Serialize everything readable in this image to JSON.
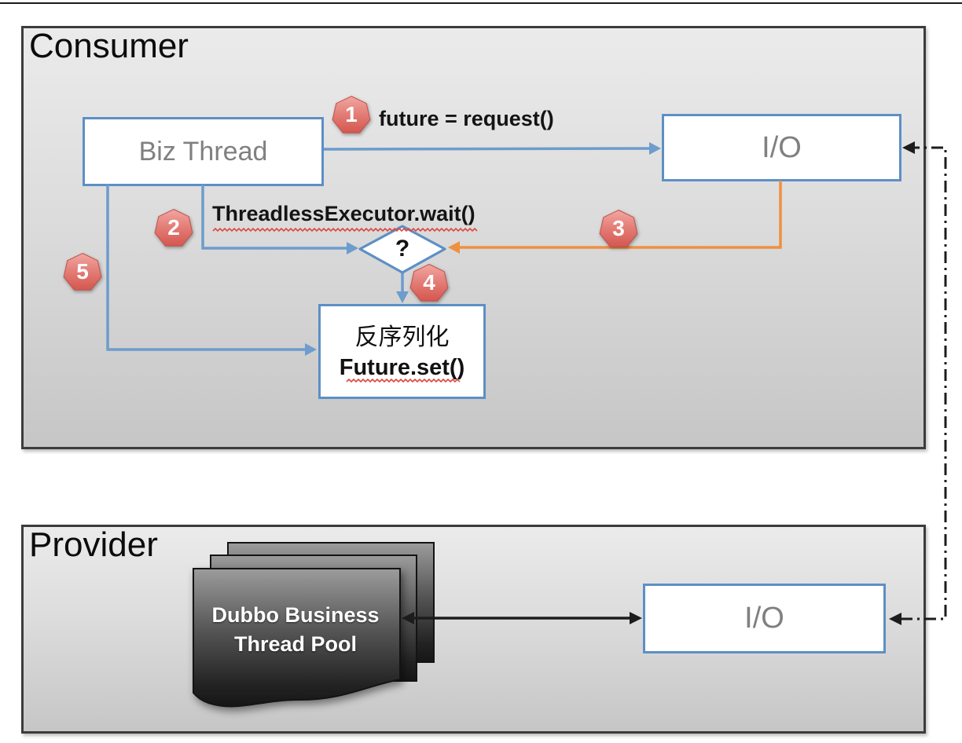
{
  "consumer": {
    "title": "Consumer",
    "biz_thread_label": "Biz Thread",
    "io_label": "I/O",
    "request_label": "future = request()",
    "wait_label": "ThreadlessExecutor.wait()",
    "question_mark": "?",
    "deserialize_line1": "反序列化",
    "deserialize_line2": "Future.set()"
  },
  "provider": {
    "title": "Provider",
    "pool_line1": "Dubbo Business",
    "pool_line2": "Thread Pool",
    "io_label": "I/O"
  },
  "badges": {
    "b1": "1",
    "b2": "2",
    "b3": "3",
    "b4": "4",
    "b5": "5"
  },
  "colors": {
    "line_blue": "#6d9ccd",
    "box_border_blue": "#5d8fc5",
    "line_orange": "#ef9040",
    "line_black": "#1c1c1c",
    "squiggle_red": "#dd4840",
    "badge_red_top": "#f2a7a2",
    "badge_red_bottom": "#d4574f",
    "badge_border": "#c0524b",
    "card_gray_top": "#9c9c9c",
    "card_gray_bottom": "#161616",
    "panel_border": "#3c3c3c",
    "gray_text": "#808080"
  }
}
